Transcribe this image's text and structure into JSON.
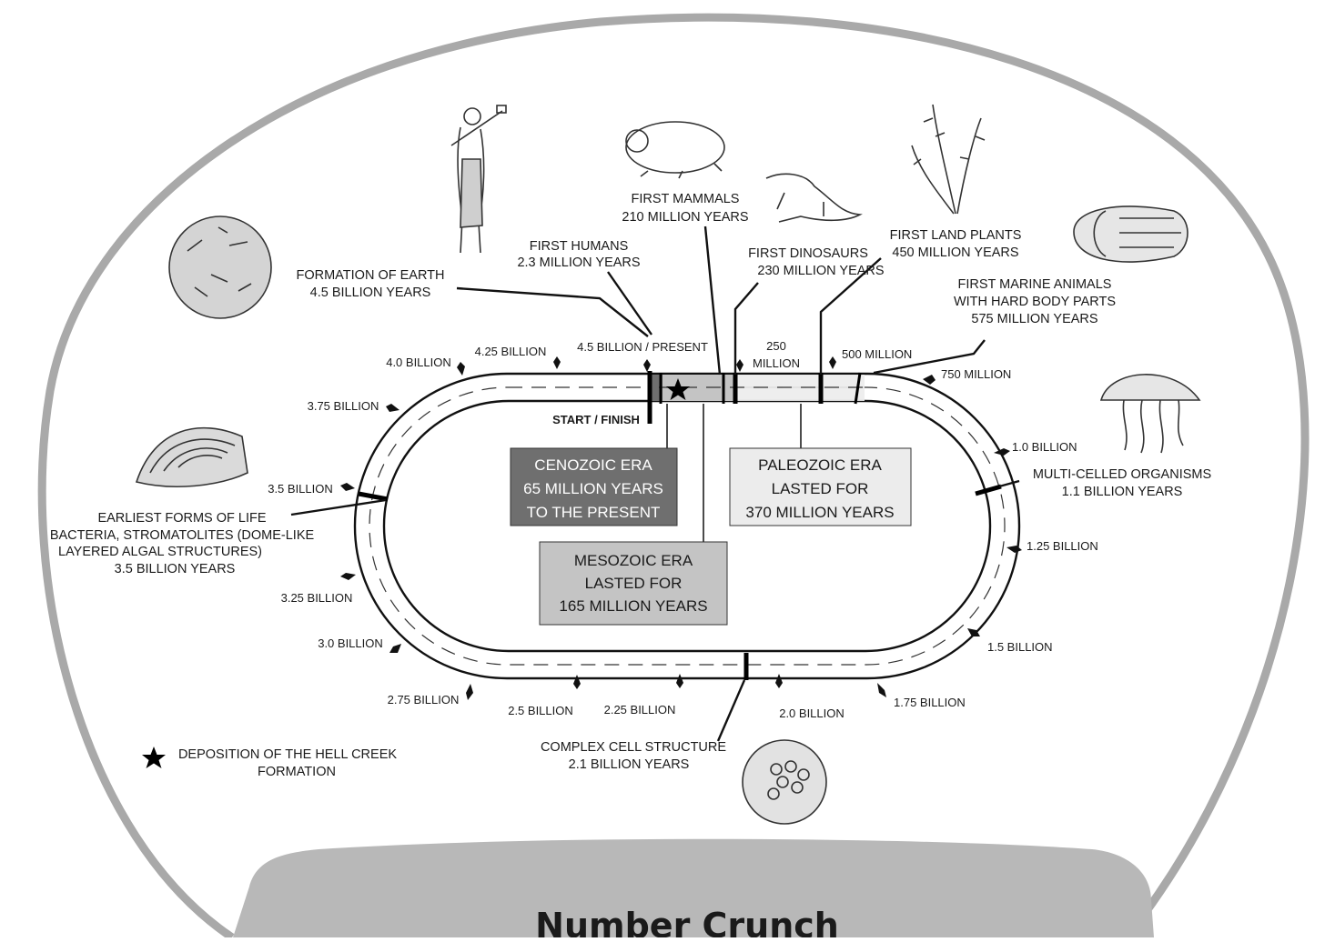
{
  "events": {
    "first_mammals": [
      "FIRST MAMMALS",
      "210 MILLION YEARS"
    ],
    "first_humans": [
      "FIRST HUMANS",
      "2.3 MILLION YEARS"
    ],
    "formation_earth": [
      "FORMATION OF EARTH",
      "4.5 BILLION YEARS"
    ],
    "first_dinosaurs": [
      "FIRST DINOSAURS",
      "230 MILLION YEARS"
    ],
    "first_land_plants": [
      "FIRST LAND PLANTS",
      "450 MILLION YEARS"
    ],
    "first_marine": [
      "FIRST MARINE ANIMALS",
      "WITH HARD BODY PARTS",
      "575 MILLION YEARS"
    ],
    "multi_celled": [
      "MULTI-CELLED ORGANISMS",
      "1.1 BILLION YEARS"
    ],
    "earliest_life": [
      "EARLIEST FORMS OF LIFE",
      "BACTERIA, STROMATOLITES (DOME-LIKE",
      "LAYERED ALGAL STRUCTURES)",
      "3.5 BILLION YEARS"
    ],
    "complex_cell": [
      "COMPLEX CELL STRUCTURE",
      "2.1 BILLION YEARS"
    ]
  },
  "eras": {
    "cenozoic": [
      "CENOZOIC ERA",
      "65 MILLION YEARS",
      "TO THE PRESENT"
    ],
    "mesozoic": [
      "MESOZOIC ERA",
      "LASTED FOR",
      "165 MILLION YEARS"
    ],
    "paleozoic": [
      "PALEOZOIC ERA",
      "LASTED FOR",
      "370 MILLION YEARS"
    ]
  },
  "ticks": {
    "t450_present": "4.5 BILLION / PRESENT",
    "t250": [
      "250",
      "MILLION"
    ],
    "t500": "500 MILLION",
    "t750": "750 MILLION",
    "t1_0": "1.0 BILLION",
    "t1_25": "1.25 BILLION",
    "t1_5": "1.5 BILLION",
    "t1_75": "1.75 BILLION",
    "t2_0": "2.0 BILLION",
    "t2_25": "2.25 BILLION",
    "t2_5": "2.5 BILLION",
    "t2_75": "2.75 BILLION",
    "t3_0": "3.0 BILLION",
    "t3_25": "3.25 BILLION",
    "t3_5": "3.5 BILLION",
    "t3_75": "3.75 BILLION",
    "t4_0": "4.0 BILLION",
    "t4_25": "4.25 BILLION"
  },
  "start_finish": "START / FINISH",
  "legend_text": [
    "DEPOSITION OF THE HELL CREEK",
    "FORMATION"
  ],
  "footer_title": "Number Crunch",
  "colors": {
    "cenozoic": "#6f6f6f",
    "mesozoic": "#c4c4c4",
    "paleozoic": "#ececec",
    "frame": "#a9a9a9",
    "footer": "#b8b8b8"
  }
}
